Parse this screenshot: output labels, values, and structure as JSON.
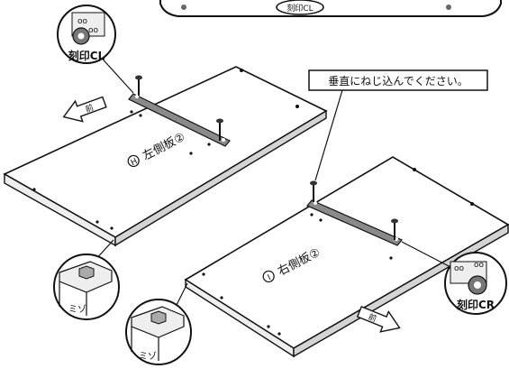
{
  "callout_vertical": "垂直にねじ込んでください。",
  "stamp_cl": "刻印CL",
  "stamp_cr": "刻印CR",
  "panel_left": "左側板②",
  "panel_right": "右側板②",
  "panel_marker_left": "H",
  "panel_marker_right": "I",
  "front_label": "前",
  "groove_label": "ミゾ",
  "top_box_label": "刻印CL"
}
